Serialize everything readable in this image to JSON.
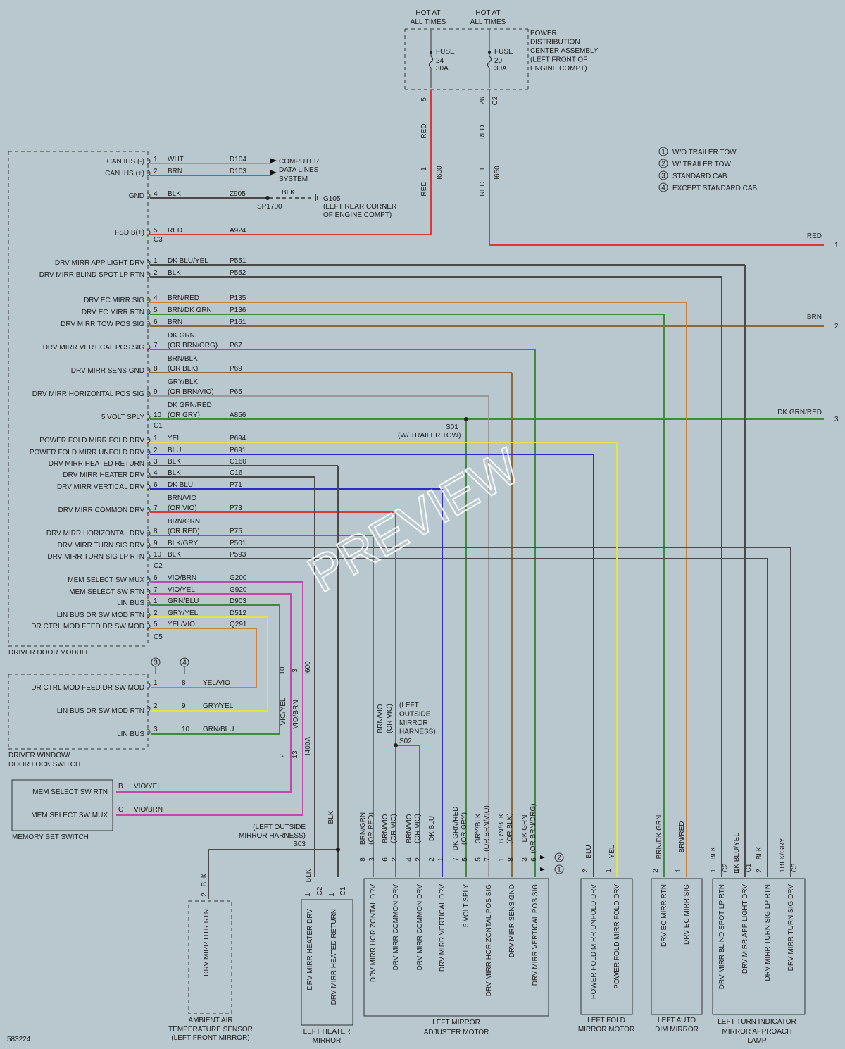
{
  "pdc": {
    "hot1": "HOT AT",
    "hot2": "ALL TIMES",
    "fuse": "FUSE",
    "f1n": "24",
    "f1a": "30A",
    "f2n": "20",
    "f2a": "30A",
    "title1": "POWER",
    "title2": "DISTRIBUTION",
    "title3": "CENTER ASSEMBLY",
    "title4": "(LEFT FRONT OF",
    "title5": "ENGINE COMPT)",
    "p5": "5",
    "p26": "26",
    "c2": "C2",
    "red": "RED",
    "n1": "1",
    "s1": "I600",
    "s2": "I650"
  },
  "legend": [
    {
      "n": "1",
      "t": "W/O TRAILER TOW"
    },
    {
      "n": "2",
      "t": "W/ TRAILER TOW"
    },
    {
      "n": "3",
      "t": "STANDARD CAB"
    },
    {
      "n": "4",
      "t": "EXCEPT STANDARD CAB"
    }
  ],
  "ddm": {
    "title": "DRIVER DOOR MODULE",
    "c3": [
      {
        "pin": "1",
        "fn": "CAN IHS (-)",
        "color": "WHT",
        "circuit": "D104"
      },
      {
        "pin": "2",
        "fn": "CAN IHS (+)",
        "color": "BRN",
        "circuit": "D103"
      },
      {
        "pin": "4",
        "fn": "GND",
        "color": "BLK",
        "circuit": "Z905"
      },
      {
        "pin": "5",
        "fn": "FSD B(+)",
        "color": "RED",
        "circuit": "A924"
      }
    ],
    "c1": [
      {
        "pin": "1",
        "fn": "DRV MIRR APP LIGHT DRV",
        "color": "DK BLU/YEL",
        "circuit": "P551"
      },
      {
        "pin": "2",
        "fn": "DRV MIRR BLIND SPOT LP RTN",
        "color": "BLK",
        "circuit": "P552"
      },
      {
        "pin": "4",
        "fn": "DRV EC MIRR SIG",
        "color": "BRN/RED",
        "circuit": "P135"
      },
      {
        "pin": "5",
        "fn": "DRV EC MIRR RTN",
        "color": "BRN/DK GRN",
        "circuit": "P136"
      },
      {
        "pin": "6",
        "fn": "DRV MIRR TOW POS SIG",
        "color": "BRN",
        "circuit": "P161"
      },
      {
        "pin": "7",
        "fn": "DRV MIRR VERTICAL POS SIG",
        "color": "DK GRN",
        "color2": "(OR BRN/ORG)",
        "circuit": "P67"
      },
      {
        "pin": "8",
        "fn": "DRV MIRR SENS GND",
        "color": "BRN/BLK",
        "color2": "(OR BLK)",
        "circuit": "P69"
      },
      {
        "pin": "9",
        "fn": "DRV MIRR HORIZONTAL POS SIG",
        "color": "GRY/BLK",
        "color2": "(OR BRN/VIO)",
        "circuit": "P65"
      },
      {
        "pin": "10",
        "fn": "5 VOLT SPLY",
        "color": "DK GRN/RED",
        "color2": "(OR GRY)",
        "circuit": "A856"
      }
    ],
    "c2": [
      {
        "pin": "1",
        "fn": "POWER FOLD MIRR FOLD DRV",
        "color": "YEL",
        "circuit": "P694"
      },
      {
        "pin": "2",
        "fn": "POWER FOLD MIRR UNFOLD DRV",
        "color": "BLU",
        "circuit": "P691"
      },
      {
        "pin": "3",
        "fn": "DRV MIRR HEATED RETURN",
        "color": "BLK",
        "circuit": "C160"
      },
      {
        "pin": "4",
        "fn": "DRV MIRR HEATER DRV",
        "color": "BLK",
        "circuit": "C16"
      },
      {
        "pin": "6",
        "fn": "DRV MIRR VERTICAL DRV",
        "color": "DK BLU",
        "circuit": "P71"
      },
      {
        "pin": "7",
        "fn": "DRV MIRR COMMON DRV",
        "color": "BRN/VIO",
        "color2": "(OR VIO)",
        "circuit": "P73"
      },
      {
        "pin": "8",
        "fn": "DRV MIRR HORIZONTAL DRV",
        "color": "BRN/GRN",
        "color2": "(OR RED)",
        "circuit": "P75"
      },
      {
        "pin": "9",
        "fn": "DRV MIRR TURN SIG DRV",
        "color": "BLK/GRY",
        "circuit": "P501"
      },
      {
        "pin": "10",
        "fn": "DRV MIRR TURN SIG LP RTN",
        "color": "BLK",
        "circuit": "P593"
      }
    ],
    "c5": [
      {
        "pin": "6",
        "fn": "MEM SELECT SW MUX",
        "color": "VIO/BRN",
        "circuit": "G200"
      },
      {
        "pin": "7",
        "fn": "MEM SELECT SW RTN",
        "color": "VIO/YEL",
        "circuit": "G920"
      },
      {
        "pin": "1",
        "fn": "LIN BUS",
        "color": "GRN/BLU",
        "circuit": "D903"
      },
      {
        "pin": "2",
        "fn": "LIN BUS DR SW MOD RTN",
        "color": "GRY/YEL",
        "circuit": "D512"
      },
      {
        "pin": "5",
        "fn": "DR CTRL MOD FEED DR SW MOD",
        "color": "YEL/VIO",
        "circuit": "Q291"
      }
    ],
    "c3l": "C3",
    "c1l": "C1",
    "c2l": "C2",
    "c5l": "C5"
  },
  "cds": {
    "l1": "COMPUTER",
    "l2": "DATA LINES",
    "l3": "SYSTEM"
  },
  "ground": {
    "sp": "SP1700",
    "blk": "BLK",
    "g": "G105",
    "l1": "(LEFT REAR CORNER",
    "l2": "OF ENGINE COMPT)"
  },
  "s01": {
    "name": "S01",
    "note": "(W/ TRAILER TOW)"
  },
  "right": [
    {
      "label": "RED",
      "n": "1"
    },
    {
      "label": "BRN",
      "n": "2"
    },
    {
      "label": "DK GRN/RED",
      "n": "3"
    }
  ],
  "dwd": {
    "title1": "DRIVER WINDOW/",
    "title2": "DOOR LOCK SWITCH",
    "rows": [
      {
        "fn": "DR CTRL MOD FEED DR SW MOD",
        "pin": "1",
        "pin2": "8",
        "color": "YEL/VIO"
      },
      {
        "fn": "LIN BUS DR SW MOD RTN",
        "pin": "2",
        "pin2": "9",
        "color": "GRY/YEL"
      },
      {
        "fn": "LIN BUS",
        "pin": "3",
        "pin2": "10",
        "color": "GRN/BLU"
      }
    ],
    "m3": "3",
    "m4": "4"
  },
  "mem": {
    "title": "MEMORY SET SWITCH",
    "rows": [
      {
        "fn": "MEM SELECT SW RTN",
        "pin": "B",
        "color": "VIO/YEL"
      },
      {
        "fn": "MEM SELECT SW MUX",
        "pin": "C",
        "color": "VIO/BRN"
      }
    ]
  },
  "conn": {
    "v1": "VIO/YEL",
    "v2": "VIO/BRN",
    "i10": "10",
    "i3": "3",
    "i600": "I600",
    "i2": "2",
    "i13": "13",
    "i400": "I400A"
  },
  "s02": {
    "name": "S02",
    "l1": "(LEFT",
    "l2": "OUTSIDE",
    "l3": "MIRROR",
    "l4": "HARNESS)",
    "w1": "BRN/VIO",
    "w2": "(OR VIO)"
  },
  "s03": {
    "name": "S03",
    "l1": "(LEFT OUTSIDE",
    "l2": "MIRROR HARNESS)",
    "blk": "BLK"
  },
  "amb": {
    "fn": "DRV MIRR HTR RTN",
    "pin": "2",
    "wire": "BLK",
    "t1": "AMBIENT AIR",
    "t2": "TEMPERATURE SENSOR",
    "t3": "(LEFT FRONT MIRROR)"
  },
  "heater": {
    "t1": "LEFT HEATER",
    "t2": "MIRROR",
    "pins": [
      {
        "fn": "DRV MIRR HEATER DRV",
        "pin": "1",
        "c": "C2",
        "wire": "BLK"
      },
      {
        "fn": "DRV MIRR HEATED RETURN",
        "pin": "1",
        "c": "C1",
        "wire": ""
      }
    ]
  },
  "adjuster": {
    "t1": "LEFT MIRROR",
    "t2": "ADJUSTER MOTOR",
    "pins": [
      {
        "fn": "DRV MIRR HORIZONTAL DRV",
        "p1": "8",
        "p2": "3",
        "w1": "BRN/GRN",
        "w2": "(OR RED)"
      },
      {
        "fn": "DRV MIRR COMMON DRV",
        "p1": "6",
        "p2": "2",
        "w1": "BRN/VIO",
        "w2": "(OR VIO)"
      },
      {
        "fn": "DRV MIRR COMMON DRV",
        "p1": "4",
        "p2": "2",
        "w1": "BRN/VIO",
        "w2": "(OR VIO)"
      },
      {
        "fn": "DRV MIRR VERTICAL DRV",
        "p1": "2",
        "p2": "1",
        "w1": "DK BLU",
        "w2": ""
      },
      {
        "fn": "5 VOLT SPLY",
        "p1": "7",
        "p2": "5",
        "w1": "DK GRN/RED",
        "w2": "(OR GRY)"
      },
      {
        "fn": "DRV MIRR HORIZONTAL POS SIG",
        "p1": "5",
        "p2": "7",
        "w1": "GRY/BLK",
        "w2": "(OR BRN/VIO)"
      },
      {
        "fn": "DRV MIRR SENS GND",
        "p1": "1",
        "p2": "8",
        "w1": "BRN/BLK",
        "w2": "(OR BLK)"
      },
      {
        "fn": "DRV MIRR VERTICAL POS SIG",
        "p1": "3",
        "p2": "6",
        "w1": "DK GRN",
        "w2": "(OR BRN/ORG)"
      }
    ],
    "m2": "2",
    "m1": "1"
  },
  "fold": {
    "t1": "LEFT FOLD",
    "t2": "MIRROR MOTOR",
    "pins": [
      {
        "fn": "POWER FOLD MIRR UNFOLD DRV",
        "pin": "2",
        "wire": "BLU"
      },
      {
        "fn": "POWER FOLD MIRR FOLD DRV",
        "pin": "1",
        "wire": "YEL"
      }
    ]
  },
  "autodim": {
    "t1": "LEFT AUTO",
    "t2": "DIM MIRROR",
    "pins": [
      {
        "fn": "DRV EC MIRR RTN",
        "pin": "2",
        "wire": "BRN/DK GRN"
      },
      {
        "fn": "DRV EC MIRR SIG",
        "pin": "1",
        "wire": "BRN/RED"
      }
    ]
  },
  "turn": {
    "t1": "LEFT TURN INDICATOR",
    "t2": "MIRROR APPROACH",
    "t3": "LAMP",
    "pins": [
      {
        "fn": "DRV MIRR BLIND SPOT LP RTN",
        "pin": "1",
        "c": "C2",
        "wire": "BLK"
      },
      {
        "fn": "DRV MIRR APP LIGHT DRV",
        "pin": "1",
        "c": "C1",
        "wire": "DK BLU/YEL"
      },
      {
        "fn": "DRV MIRR TURN SIG LP RTN",
        "pin": "2",
        "c": "",
        "wire": "BLK"
      },
      {
        "fn": "DRV MIRR TURN SIG DRV",
        "pin": "1",
        "c": "C3",
        "wire": "BLK/GRY"
      }
    ]
  },
  "docid": "583224",
  "watermark": "PREVIEW",
  "colors": {
    "red": "#d83a3a",
    "grn": "#3f8a3f",
    "blk": "#4a4a4a",
    "brn": "#8a6a3a",
    "blu": "#2a2ad0",
    "yel": "#e2e24a",
    "gry": "#9a9a9a",
    "orn": "#c8803a",
    "vio": "#c04aa8"
  }
}
